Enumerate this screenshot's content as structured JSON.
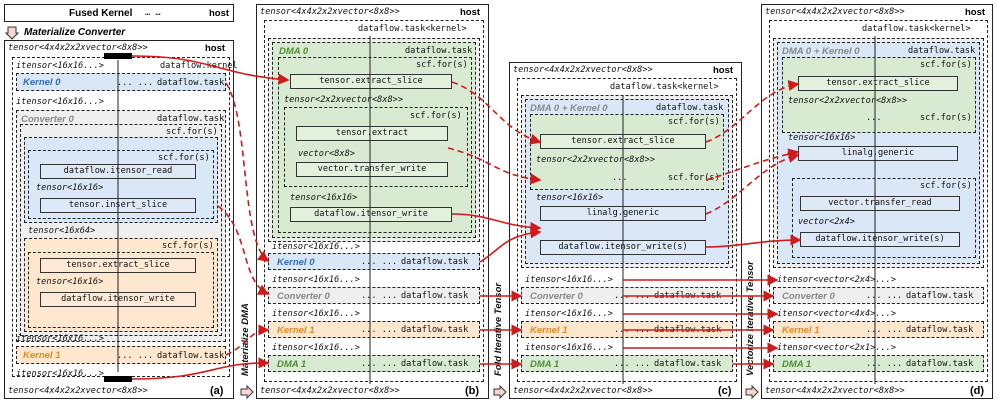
{
  "common": {
    "host": "host",
    "tensor_outer": "tensor<4x4x2x2xvector<8x8>>",
    "dataflow_kernel": "dataflow.kernel",
    "dataflow_task": "dataflow.task",
    "dataflow_task_kernel": "dataflow.task<kernel>",
    "scf_for": "scf.for(s)",
    "dots": "...",
    "itensor_16": "itensor<16x16...>",
    "tensor_16": "tensor<16x16>",
    "tensor_2x2": "tensor<2x2xvector<8x8>>",
    "tensor_16x64": "tensor<16x64>",
    "vector_8x8": "vector<8x8>",
    "vector_2x4": "vector<2x4>"
  },
  "top": {
    "fused_kernel": "Fused Kernel",
    "dots": "… …",
    "host": "host",
    "materialize_converter": "Materialize Converter"
  },
  "panel_a": {
    "label": "(a)",
    "kernel0": "Kernel 0",
    "converter0": "Converter 0",
    "kernel1": "Kernel 1",
    "op_itensor_read": "dataflow.itensor_read",
    "op_insert_slice": "tensor.insert_slice",
    "op_extract_slice": "tensor.extract_slice",
    "op_itensor_write": "dataflow.itensor_write",
    "dots2": "... ..."
  },
  "panel_b": {
    "label": "(b)",
    "dma0": "DMA 0",
    "kernel0": "Kernel 0",
    "converter0": "Converter 0",
    "kernel1": "Kernel 1",
    "dma1": "DMA 1",
    "op_extract_slice": "tensor.extract_slice",
    "op_extract": "tensor.extract",
    "op_transfer_write": "vector.transfer_write",
    "op_itensor_write": "dataflow.itensor_write",
    "side": "Materialize DMA"
  },
  "panel_c": {
    "label": "(c)",
    "dma0k0": "DMA 0 + Kernel 0",
    "converter0": "Converter 0",
    "kernel1": "Kernel 1",
    "dma1": "DMA 1",
    "op_extract_slice": "tensor.extract_slice",
    "op_linalg": "linalg.generic",
    "op_itensor_write": "dataflow.itensor_write(s)",
    "side": "Fold Iterative Tensor"
  },
  "panel_d": {
    "label": "(d)",
    "dma0k0": "DMA 0 + Kernel 0",
    "converter0": "Converter 0",
    "kernel1": "Kernel 1",
    "dma1": "DMA 1",
    "op_extract_slice": "tensor.extract_slice",
    "op_linalg": "linalg.generic",
    "op_transfer_read": "vector.transfer_read",
    "op_itensor_write": "dataflow.itensor_write(s)",
    "it_vec_2x4": "itensor<vector<2x4>...>",
    "it_vec_4x4": "itensor<vector<4x4>...>",
    "it_vec_2x1": "itensor<vector<2x1>...>",
    "side": "Vectorize Iterative Tensor"
  },
  "colors": {
    "arrow_red": "#d11a1a",
    "green_fill": "#d8ead2",
    "blue_fill": "#d9e7f6",
    "orange_fill": "#fde7cf",
    "grey_fill": "#efefef"
  }
}
